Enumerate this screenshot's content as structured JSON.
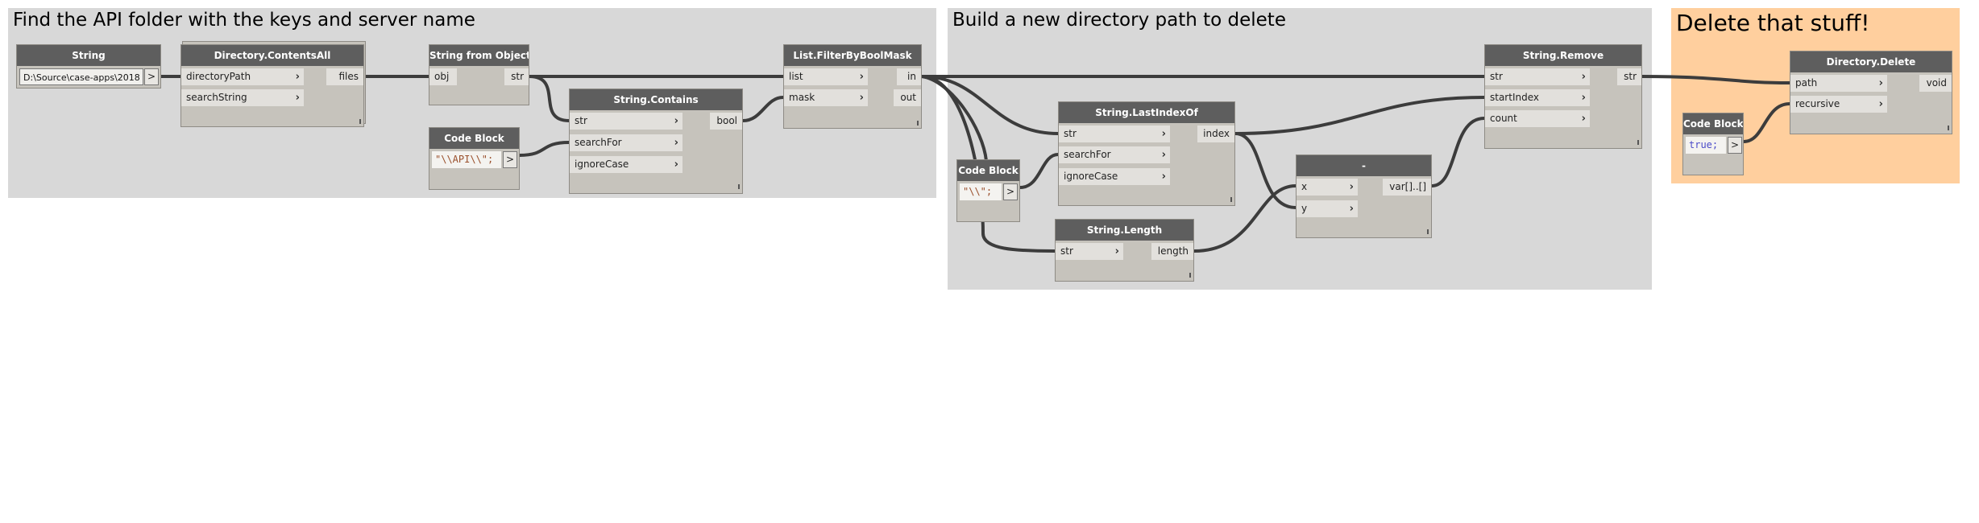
{
  "groups": {
    "find_api": {
      "title": "Find the API folder with the keys and server name"
    },
    "build_path": {
      "title": "Build a new directory path to delete"
    },
    "delete": {
      "title": "Delete that stuff!"
    }
  },
  "nodes": {
    "string": {
      "title": "String",
      "value": "D:\\Source\\case-apps\\2018",
      "output_arrow": ">"
    },
    "contents_all": {
      "title": "Directory.ContentsAll",
      "inputs": [
        "directoryPath",
        "searchString"
      ],
      "outputs": [
        "files"
      ]
    },
    "string_from_object": {
      "title": "String from Object",
      "inputs": [
        "obj"
      ],
      "outputs": [
        "str"
      ]
    },
    "code_block_api": {
      "title": "Code Block",
      "code": "\"\\\\API\\\\\";",
      "output_arrow": ">"
    },
    "string_contains": {
      "title": "String.Contains",
      "inputs": [
        "str",
        "searchFor",
        "ignoreCase"
      ],
      "outputs": [
        "bool"
      ]
    },
    "filter_by_bool_mask": {
      "title": "List.FilterByBoolMask",
      "inputs": [
        "list",
        "mask"
      ],
      "outputs": [
        "in",
        "out"
      ]
    },
    "code_block_backslash": {
      "title": "Code Block",
      "code": "\"\\\\\";",
      "output_arrow": ">"
    },
    "last_index_of": {
      "title": "String.LastIndexOf",
      "inputs": [
        "str",
        "searchFor",
        "ignoreCase"
      ],
      "outputs": [
        "index"
      ]
    },
    "string_length": {
      "title": "String.Length",
      "inputs": [
        "str"
      ],
      "outputs": [
        "length"
      ]
    },
    "subtract": {
      "title": "-",
      "inputs": [
        "x",
        "y"
      ],
      "outputs": [
        "var[]..[]"
      ]
    },
    "string_remove": {
      "title": "String.Remove",
      "inputs": [
        "str",
        "startIndex",
        "count"
      ],
      "outputs": [
        "str"
      ]
    },
    "code_block_true": {
      "title": "Code Block",
      "code": "true;",
      "output_arrow": ">"
    },
    "directory_delete": {
      "title": "Directory.Delete",
      "inputs": [
        "path",
        "recursive"
      ],
      "outputs": [
        "void"
      ]
    }
  },
  "colors": {
    "group_grey": "#d8d8d8",
    "group_orange": "#ffcf9e",
    "node_header": "#5e5e5e",
    "node_body": "#c6c3bc",
    "wire": "#3c3c3c",
    "code_string": "#9a4f2b",
    "code_keyword": "#4b4bc8"
  }
}
